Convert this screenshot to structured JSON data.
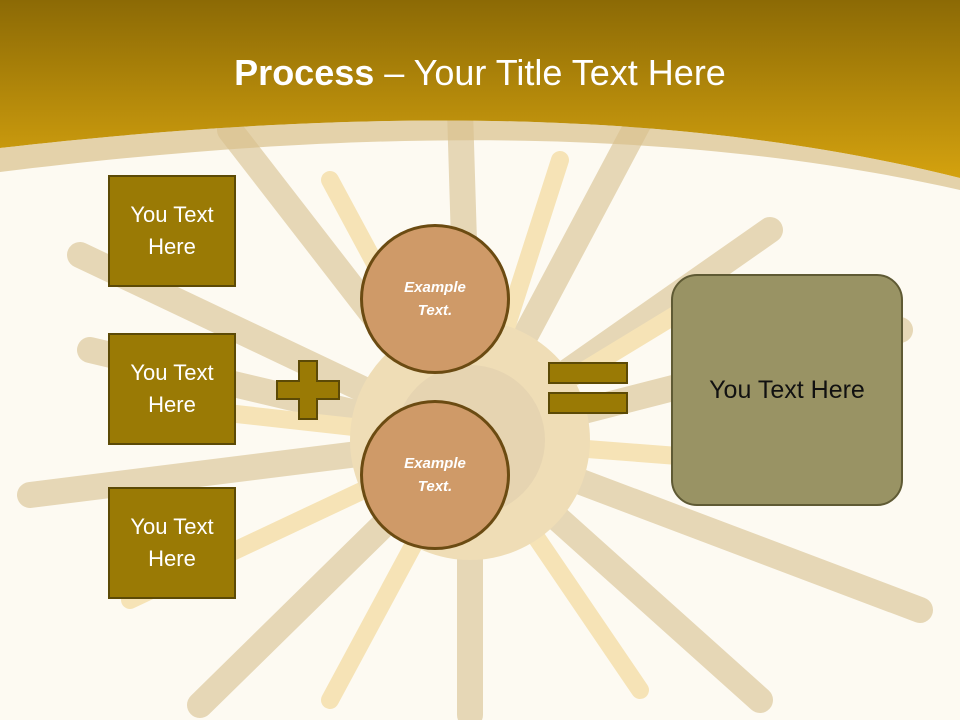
{
  "slide": {
    "title_bold": "Process",
    "title_rest": " – Your Title Text Here"
  },
  "diagram": {
    "inputs": [
      {
        "label": "You Text Here"
      },
      {
        "label": "You Text Here"
      },
      {
        "label": "You Text Here"
      }
    ],
    "operator_plus": "plus-icon",
    "circles": [
      {
        "label": "Example Text."
      },
      {
        "label": "Example Text."
      }
    ],
    "operator_equals": "equals-icon",
    "result": {
      "label": "You Text Here"
    }
  },
  "colors": {
    "header_gold": "#c89c10",
    "box_gold": "#9a7a05",
    "circle_fill": "#cf9a68",
    "result_fill": "#999364"
  }
}
